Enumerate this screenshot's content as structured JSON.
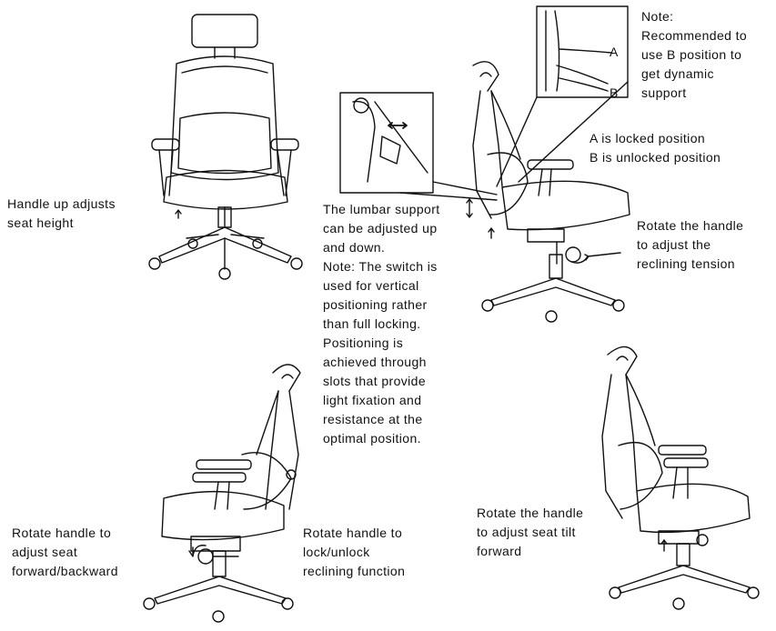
{
  "labels": {
    "seat_height": "Handle up adjusts\nseat height",
    "note_b": "Note:\nRecommended to\nuse B position to\nget dynamic\nsupport",
    "positions": "A is locked position\nB is unlocked position",
    "lumbar": "The lumbar support\ncan be adjusted up\nand down.\nNote: The switch is\nused for vertical\npositioning rather\nthan full locking.\nPositioning is\nachieved through\nslots that provide\nlight fixation and\nresistance at the\noptimal position.",
    "recline_tension": "Rotate the handle\nto adjust the\nreclining tension",
    "seat_forward": "Rotate handle to\nadjust seat\nforward/backward",
    "recline_lock": "Rotate handle to\nlock/unlock\nreclining function",
    "seat_tilt": "Rotate the handle\nto adjust seat tilt\nforward",
    "mark_a": "A",
    "mark_b": "B"
  },
  "colors": {
    "line": "#111111",
    "text": "#111111",
    "background": "#ffffff"
  }
}
